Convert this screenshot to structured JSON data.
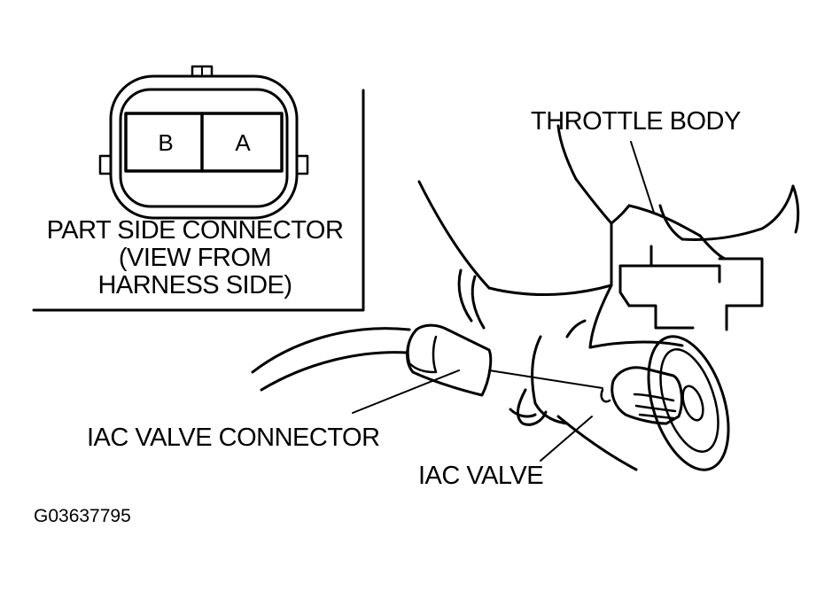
{
  "connector_inset": {
    "pin_b": "B",
    "pin_a": "A",
    "caption_line1": "PART SIDE CONNECTOR",
    "caption_line2": "(VIEW FROM",
    "caption_line3": "HARNESS SIDE)"
  },
  "callouts": {
    "throttle_body": "THROTTLE BODY",
    "iac_valve_connector": "IAC VALVE CONNECTOR",
    "iac_valve": "IAC VALVE"
  },
  "figure_code": "G03637795",
  "colors": {
    "ink": "#000000",
    "paper": "#ffffff"
  }
}
